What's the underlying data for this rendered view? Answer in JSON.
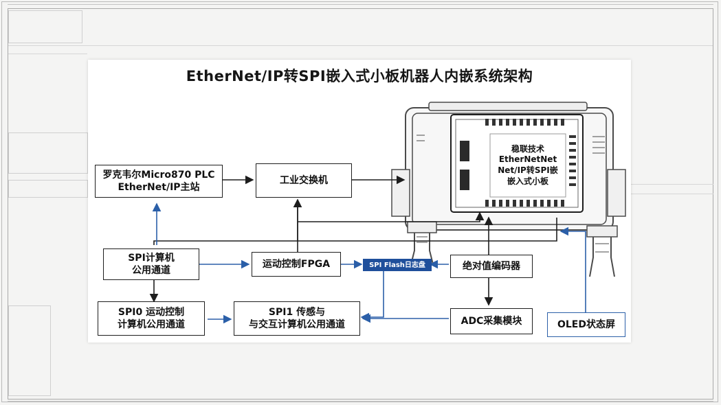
{
  "diagram": {
    "title": "EtherNet/IP转SPI嵌入式小板机器人内嵌系统架构",
    "nodes": {
      "plc": "罗克韦尔Micro870 PLC\nEtherNet/IP主站",
      "switch": "工业交换机",
      "board": "稳联技术\nEtherNetNet\nNet/IP转SPI嵌\n嵌入式小板",
      "spi_calc": "SPI计算机\n公用通道",
      "fpga": "运动控制FPGA",
      "flash": "SPI Flash日志盘",
      "encoder": "绝对值编码器",
      "spi0": "SPI0 运动控制\n计算机公用通道",
      "spi1": "SPI1 传感与\n与交互计算机公用通道",
      "adc": "ADC采集模块",
      "oled": "OLED状态屏"
    },
    "colors": {
      "blue_link": "#2b5fa8",
      "black_link": "#1d1d1d",
      "flash_fill": "#1f4f9b"
    }
  }
}
